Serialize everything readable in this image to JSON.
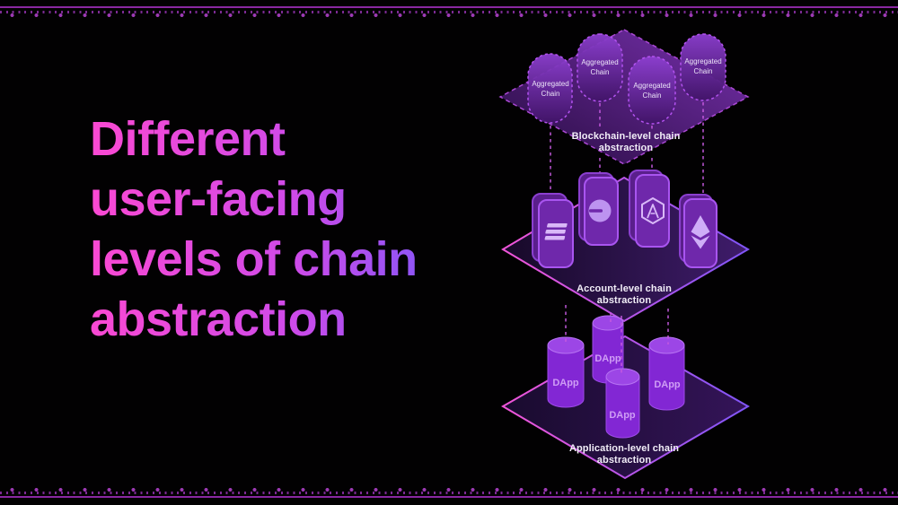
{
  "title": {
    "text": "Different\nuser-facing\nlevels of chain\nabstraction",
    "gradient_start": "#fb49d2",
    "gradient_end": "#7a57fa"
  },
  "colors": {
    "background": "#020102",
    "border_line": "#8a28a2",
    "border_dot": "#9d3ab4",
    "capsule_dash": "#b44ce0",
    "level_edge_pink": "#f155d8",
    "level_edge_purple": "#8055f8",
    "phone_fill": "#6f28ab",
    "cylinder_fill": "#8227d4",
    "caption_text": "#f2eef8",
    "dapp_text": "#cf9df5"
  },
  "diagram": {
    "blockchain_level": {
      "caption": "Blockchain-level chain\nabstraction",
      "chains": [
        {
          "label": "Aggregated\nChain"
        },
        {
          "label": "Aggregated\nChain"
        },
        {
          "label": "Aggregated\nChain"
        },
        {
          "label": "Aggregated\nChain"
        }
      ]
    },
    "account_level": {
      "caption": "Account-level chain\nabstraction",
      "wallets": [
        {
          "icon": "solana-icon"
        },
        {
          "icon": "circle-coin-icon"
        },
        {
          "icon": "arbitrum-icon"
        },
        {
          "icon": "ethereum-icon"
        }
      ]
    },
    "application_level": {
      "caption": "Application-level chain\nabstraction",
      "dapps": [
        {
          "label": "DApp"
        },
        {
          "label": "DApp"
        },
        {
          "label": "DApp"
        },
        {
          "label": "DApp"
        }
      ]
    }
  }
}
